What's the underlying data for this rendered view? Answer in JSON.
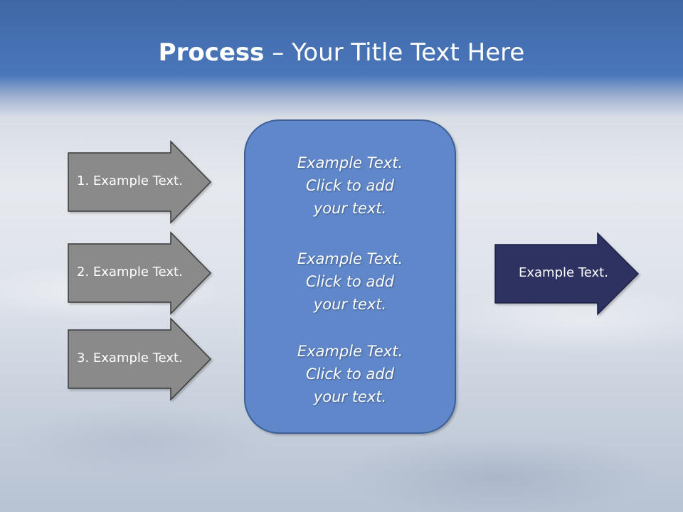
{
  "slide": {
    "title_bold": "Process",
    "title_dash": " – ",
    "title_rest": "Your Title Text Here"
  },
  "inputs": [
    {
      "label": "1. Example Text."
    },
    {
      "label": "2. Example Text."
    },
    {
      "label": "3. Example Text."
    }
  ],
  "center": {
    "blocks": [
      {
        "line1": "Example Text.",
        "line2": "Click  to add",
        "line3": "your text."
      },
      {
        "line1": "Example Text.",
        "line2": "Click  to add",
        "line3": "your text."
      },
      {
        "line1": "Example Text.",
        "line2": "Click  to add",
        "line3": "your text."
      }
    ]
  },
  "output": {
    "label": "Example Text."
  },
  "colors": {
    "input_arrow_fill": "#8a8a8a",
    "input_arrow_stroke": "#3a3a3a",
    "center_fill": "#5f87c9",
    "center_stroke": "#3a5f96",
    "output_fill": "#2e3161",
    "output_stroke": "#1c1e44"
  }
}
